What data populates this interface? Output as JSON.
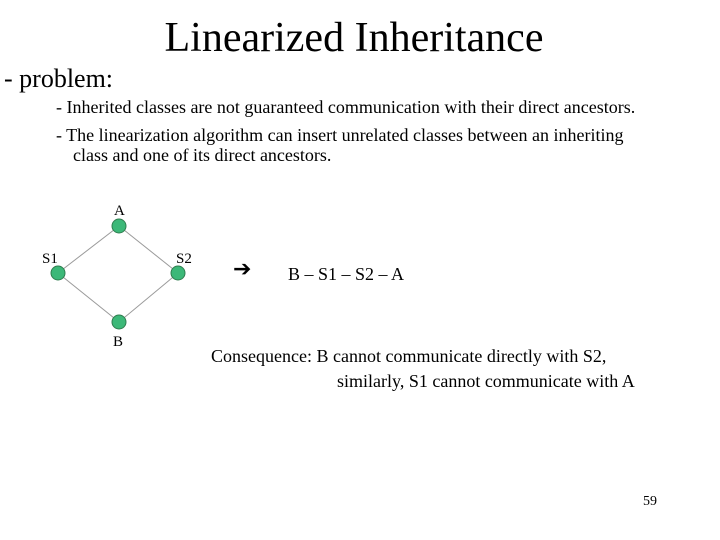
{
  "slide": {
    "title": "Linearized Inheritance",
    "problem_label": "- problem:",
    "bullets": [
      "-  Inherited classes are not guaranteed communication with their direct ancestors.",
      "-  The linearization algorithm can insert unrelated classes between an inheriting",
      "class and one of its direct ancestors."
    ],
    "diagram": {
      "nodes": {
        "a": "A",
        "s1": "S1",
        "s2": "S2",
        "b": "B"
      },
      "node_color": "#3cb878"
    },
    "arrow_icon": "right-arrow-icon",
    "arrow_glyph": "➔",
    "linearization": "B – S1 – S2 – A",
    "consequence_line1": "Consequence:  B cannot communicate directly with S2,",
    "consequence_line2": "similarly, S1 cannot communicate with A",
    "page_number": "59"
  }
}
